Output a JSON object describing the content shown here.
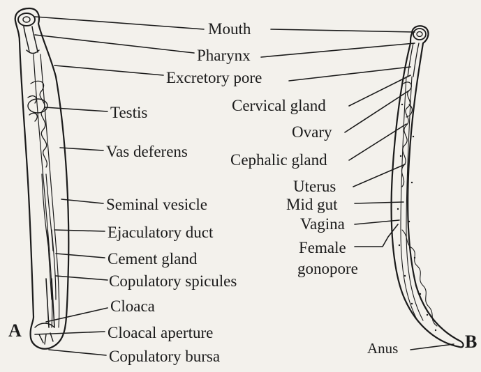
{
  "figure_labels": {
    "a": "A",
    "b": "B"
  },
  "male_labels": {
    "testis": "Testis",
    "vas_deferens": "Vas deferens",
    "seminal_vesicle": "Seminal vesicle",
    "ejaculatory_duct": "Ejaculatory duct",
    "cement_gland": "Cement gland",
    "copulatory_spicules": "Copulatory spicules",
    "cloaca": "Cloaca",
    "cloacal_aperture": "Cloacal aperture",
    "copulatory_bursa": "Copulatory bursa"
  },
  "shared_labels": {
    "mouth": "Mouth",
    "pharynx": "Pharynx",
    "excretory_pore": "Excretory pore"
  },
  "female_labels": {
    "cervical_gland": "Cervical gland",
    "ovary": "Ovary",
    "cephalic_gland": "Cephalic gland",
    "uterus": "Uterus",
    "mid_gut": "Mid gut",
    "vagina": "Vagina",
    "female_gonopore_line1": "Female",
    "female_gonopore_line2": "gonopore",
    "anus": "Anus"
  }
}
